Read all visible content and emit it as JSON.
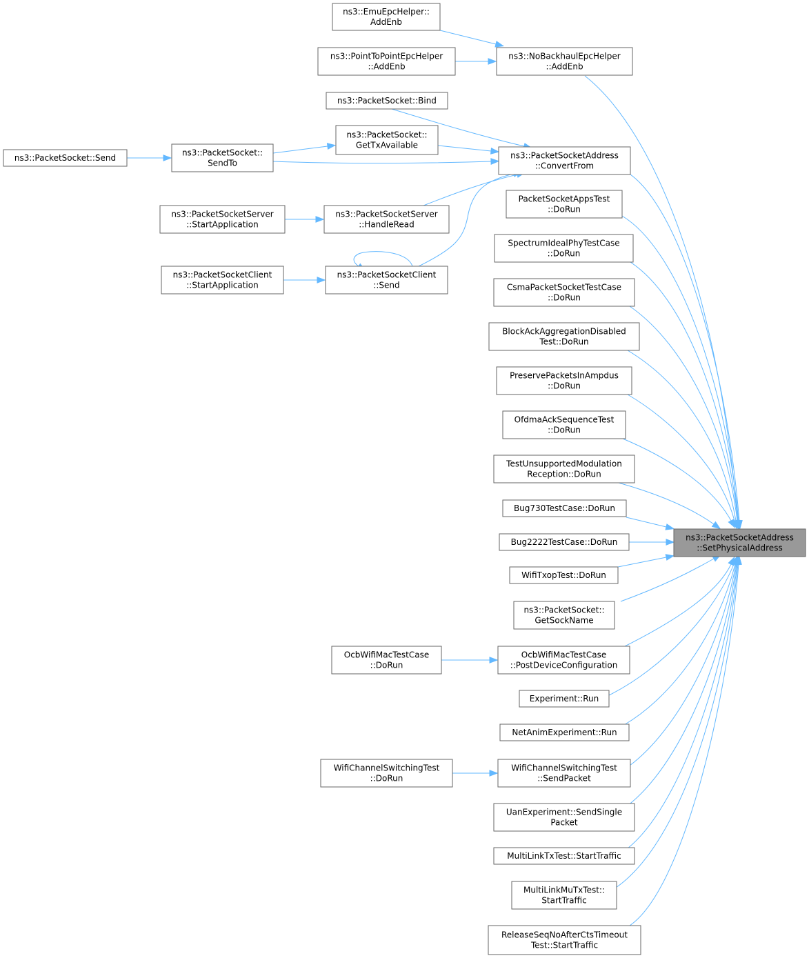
{
  "nodes": [
    {
      "id": "root",
      "lines": [
        "ns3::PacketSocketAddress",
        "::SetPhysicalAddress"
      ]
    },
    {
      "id": "emu",
      "lines": [
        "ns3::EmuEpcHelper::",
        "AddEnb"
      ]
    },
    {
      "id": "p2p",
      "lines": [
        "ns3::PointToPointEpcHelper",
        "::AddEnb"
      ]
    },
    {
      "id": "nobh",
      "lines": [
        "ns3::NoBackhaulEpcHelper",
        "::AddEnb"
      ]
    },
    {
      "id": "bind",
      "lines": [
        "ns3::PacketSocket::Bind"
      ]
    },
    {
      "id": "gettx",
      "lines": [
        "ns3::PacketSocket::",
        "GetTxAvailable"
      ]
    },
    {
      "id": "sendto",
      "lines": [
        "ns3::PacketSocket::",
        "SendTo"
      ]
    },
    {
      "id": "psend",
      "lines": [
        "ns3::PacketSocket::Send"
      ]
    },
    {
      "id": "convert",
      "lines": [
        "ns3::PacketSocketAddress",
        "::ConvertFrom"
      ]
    },
    {
      "id": "srvstart",
      "lines": [
        "ns3::PacketSocketServer",
        "::StartApplication"
      ]
    },
    {
      "id": "handleread",
      "lines": [
        "ns3::PacketSocketServer",
        "::HandleRead"
      ]
    },
    {
      "id": "clistart",
      "lines": [
        "ns3::PacketSocketClient",
        "::StartApplication"
      ]
    },
    {
      "id": "clisend",
      "lines": [
        "ns3::PacketSocketClient",
        "::Send"
      ]
    },
    {
      "id": "apps",
      "lines": [
        "PacketSocketAppsTest",
        "::DoRun"
      ]
    },
    {
      "id": "spectrum",
      "lines": [
        "SpectrumIdealPhyTestCase",
        "::DoRun"
      ]
    },
    {
      "id": "csma",
      "lines": [
        "CsmaPacketSocketTestCase",
        "::DoRun"
      ]
    },
    {
      "id": "blockack",
      "lines": [
        "BlockAckAggregationDisabled",
        "Test::DoRun"
      ]
    },
    {
      "id": "preserve",
      "lines": [
        "PreservePacketsInAmpdus",
        "::DoRun"
      ]
    },
    {
      "id": "ofdma",
      "lines": [
        "OfdmaAckSequenceTest",
        "::DoRun"
      ]
    },
    {
      "id": "unsupported",
      "lines": [
        "TestUnsupportedModulation",
        "Reception::DoRun"
      ]
    },
    {
      "id": "bug730",
      "lines": [
        "Bug730TestCase::DoRun"
      ]
    },
    {
      "id": "bug2222",
      "lines": [
        "Bug2222TestCase::DoRun"
      ]
    },
    {
      "id": "txop",
      "lines": [
        "WifiTxopTest::DoRun"
      ]
    },
    {
      "id": "getsock",
      "lines": [
        "ns3::PacketSocket::",
        "GetSockName"
      ]
    },
    {
      "id": "ocbrun",
      "lines": [
        "OcbWifiMacTestCase",
        "::DoRun"
      ]
    },
    {
      "id": "ocbpost",
      "lines": [
        "OcbWifiMacTestCase",
        "::PostDeviceConfiguration"
      ]
    },
    {
      "id": "exprun",
      "lines": [
        "Experiment::Run"
      ]
    },
    {
      "id": "netanim",
      "lines": [
        "NetAnimExperiment::Run"
      ]
    },
    {
      "id": "chswrun",
      "lines": [
        "WifiChannelSwitchingTest",
        "::DoRun"
      ]
    },
    {
      "id": "chswsend",
      "lines": [
        "WifiChannelSwitchingTest",
        "::SendPacket"
      ]
    },
    {
      "id": "uan",
      "lines": [
        "UanExperiment::SendSingle",
        "Packet"
      ]
    },
    {
      "id": "mltx",
      "lines": [
        "MultiLinkTxTest::StartTraffic"
      ]
    },
    {
      "id": "mlmu",
      "lines": [
        "MultiLinkMuTxTest::",
        "StartTraffic"
      ]
    },
    {
      "id": "release",
      "lines": [
        "ReleaseSeqNoAfterCtsTimeout",
        "Test::StartTraffic"
      ]
    }
  ],
  "edges": [
    {
      "from": "emu",
      "to": "nobh"
    },
    {
      "from": "p2p",
      "to": "nobh"
    },
    {
      "from": "nobh",
      "to": "root"
    },
    {
      "from": "bind",
      "to": "convert"
    },
    {
      "from": "gettx",
      "to": "convert"
    },
    {
      "from": "sendto",
      "to": "gettx"
    },
    {
      "from": "sendto",
      "to": "convert"
    },
    {
      "from": "psend",
      "to": "sendto"
    },
    {
      "from": "handleread",
      "to": "convert"
    },
    {
      "from": "srvstart",
      "to": "handleread"
    },
    {
      "from": "clisend",
      "to": "convert"
    },
    {
      "from": "clisend",
      "to": "clisend"
    },
    {
      "from": "clistart",
      "to": "clisend"
    },
    {
      "from": "convert",
      "to": "root"
    },
    {
      "from": "apps",
      "to": "root"
    },
    {
      "from": "spectrum",
      "to": "root"
    },
    {
      "from": "csma",
      "to": "root"
    },
    {
      "from": "blockack",
      "to": "root"
    },
    {
      "from": "preserve",
      "to": "root"
    },
    {
      "from": "ofdma",
      "to": "root"
    },
    {
      "from": "unsupported",
      "to": "root"
    },
    {
      "from": "bug730",
      "to": "root"
    },
    {
      "from": "bug2222",
      "to": "root"
    },
    {
      "from": "txop",
      "to": "root"
    },
    {
      "from": "getsock",
      "to": "root"
    },
    {
      "from": "ocbrun",
      "to": "ocbpost"
    },
    {
      "from": "ocbpost",
      "to": "root"
    },
    {
      "from": "exprun",
      "to": "root"
    },
    {
      "from": "netanim",
      "to": "root"
    },
    {
      "from": "chswrun",
      "to": "chswsend"
    },
    {
      "from": "chswsend",
      "to": "root"
    },
    {
      "from": "uan",
      "to": "root"
    },
    {
      "from": "mltx",
      "to": "root"
    },
    {
      "from": "mlmu",
      "to": "root"
    },
    {
      "from": "release",
      "to": "root"
    }
  ],
  "colors": {
    "edge": "#63b8ff",
    "root_fill": "#999999",
    "node_border": "#666666"
  }
}
